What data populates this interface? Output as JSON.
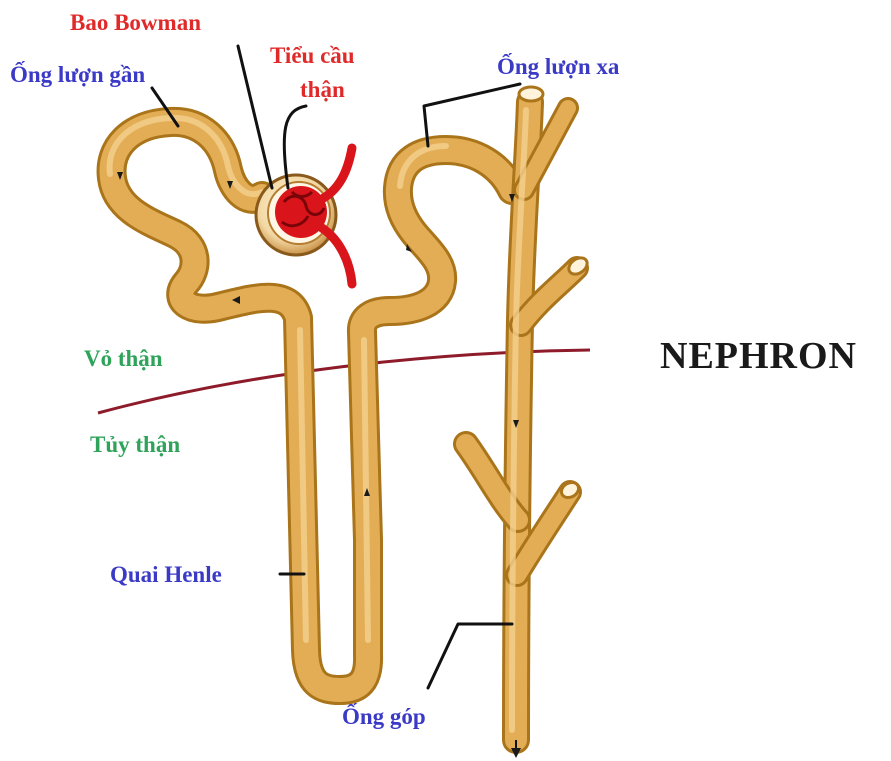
{
  "diagram": {
    "title": "NEPHRON",
    "labels": {
      "bowman_capsule": "Bao Bowman",
      "glomerulus_line1": "Tiểu cầu",
      "glomerulus_line2": "thận",
      "proximal_tubule": "Ống lượn gần",
      "distal_tubule": "Ống lượn xa",
      "cortex": "Vỏ thận",
      "medulla": "Tủy thận",
      "loop_of_henle": "Quai Henle",
      "collecting_duct": "Ống góp"
    },
    "colors": {
      "tubule": "#e3ad56",
      "tubule_edge": "#a9741a",
      "glomerulus": "#d9151b",
      "boundary_line": "#8e1b2a",
      "label_red": "#e02a2a",
      "label_blue": "#3a3ac6",
      "label_green": "#2fa35a"
    }
  }
}
